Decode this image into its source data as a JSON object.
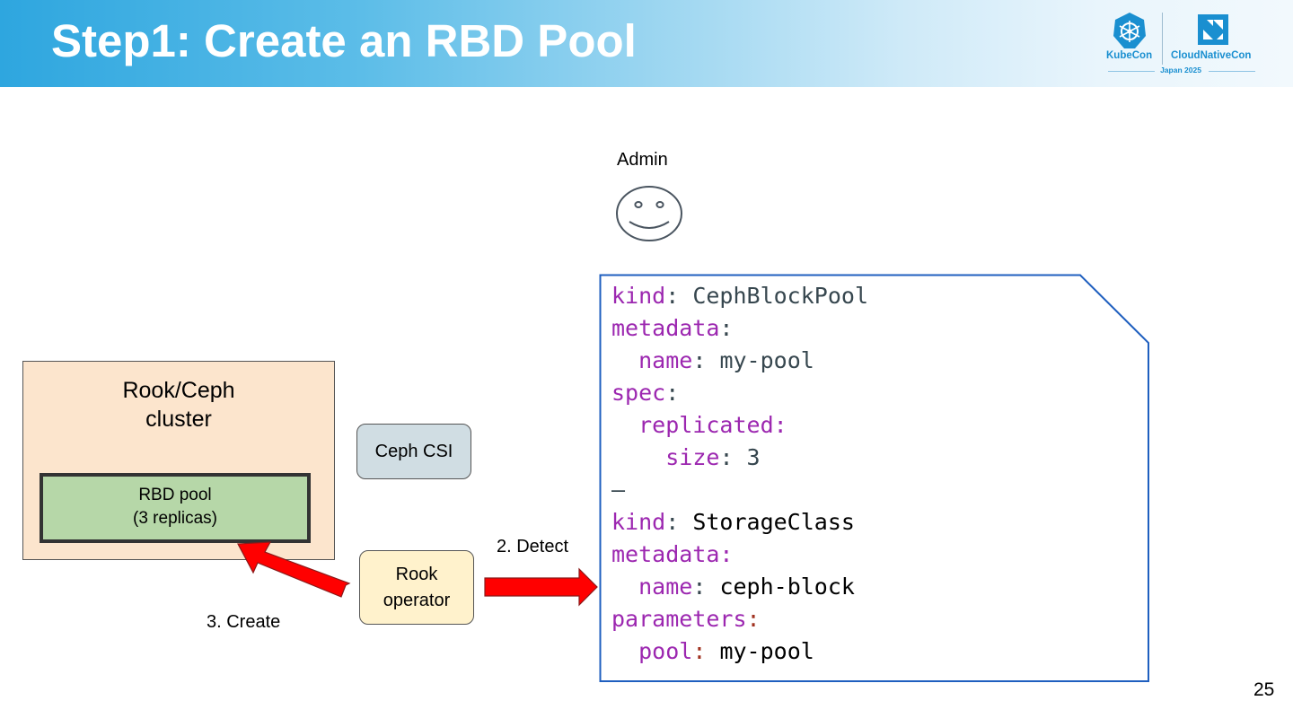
{
  "header": {
    "title": "Step1: Create an RBD Pool",
    "logo_left_text": "KubeCon",
    "logo_right_text": "CloudNativeCon",
    "event_text": "Japan 2025"
  },
  "diagram": {
    "admin_label": "Admin",
    "cluster_label": "Rook/Ceph\ncluster",
    "pool_label": "RBD pool\n(3 replicas)",
    "csi_label": "Ceph CSI",
    "operator_label": "Rook\noperator",
    "detect_label": "2. Detect",
    "create_label": "3. Create"
  },
  "yaml": {
    "lines": [
      {
        "indent": "",
        "key": "kind",
        "sep": ": ",
        "value": "CephBlockPool",
        "style": "dark"
      },
      {
        "indent": "",
        "key": "metadata",
        "sep": ":",
        "value": "",
        "style": "dark"
      },
      {
        "indent": "  ",
        "key": "name",
        "sep": ": ",
        "value": "my-pool",
        "style": "dark"
      },
      {
        "indent": "",
        "key": "spec",
        "sep": ":",
        "value": "",
        "style": "dark"
      },
      {
        "indent": "  ",
        "key": "replicated:",
        "sep": "",
        "value": "",
        "style": "dark"
      },
      {
        "indent": "    ",
        "key": "size",
        "sep": ": ",
        "value": "3",
        "style": "dark"
      },
      {
        "indent": "",
        "key": "",
        "sep": "",
        "value": "—",
        "style": "dark"
      },
      {
        "indent": "",
        "key": "kind",
        "sep": ": ",
        "value": "StorageClass",
        "style": "black"
      },
      {
        "indent": "",
        "key": "metadata:",
        "sep": "",
        "value": "",
        "style": "black"
      },
      {
        "indent": "  ",
        "key": "name",
        "sep": ": ",
        "value": "ceph-block",
        "style": "black"
      },
      {
        "indent": "",
        "key": "parameters",
        "sep": ":",
        "value": "",
        "style": "red"
      },
      {
        "indent": "  ",
        "key": "pool",
        "sep": ": ",
        "value": "my-pool",
        "style": "red"
      }
    ]
  },
  "footer": {
    "page_number": "25"
  },
  "colors": {
    "header_start": "#2ea6df",
    "header_end": "#f2f9fd",
    "cluster_fill": "#fce5cd",
    "pool_fill": "#b6d7a8",
    "csi_fill": "#d0dde3",
    "operator_fill": "#fff2cc",
    "arrow_fill": "#ff0000",
    "yaml_border": "#1f5fbf",
    "yaml_key": "#9c27b0"
  }
}
